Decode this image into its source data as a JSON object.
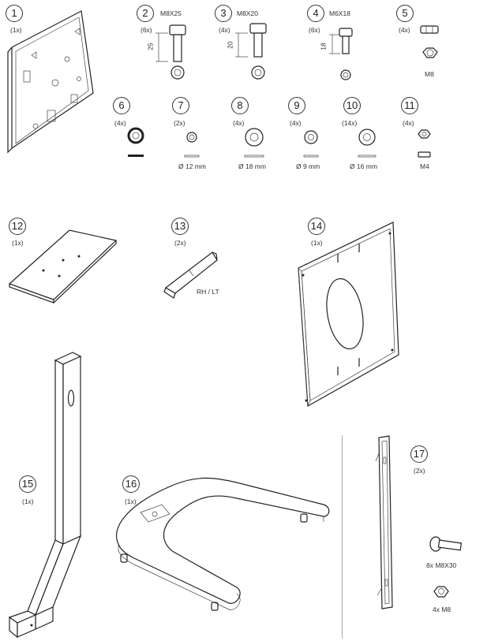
{
  "parts": [
    {
      "id": "p1",
      "number": "1",
      "qty": "(1x)"
    },
    {
      "id": "p2",
      "number": "2",
      "qty": "(6x)",
      "spec": "M8X25",
      "dim": "25"
    },
    {
      "id": "p3",
      "number": "3",
      "qty": "(4x)",
      "spec": "M8X20",
      "dim": "20"
    },
    {
      "id": "p4",
      "number": "4",
      "qty": "(6x)",
      "spec": "M6X18",
      "dim": "18"
    },
    {
      "id": "p5",
      "number": "5",
      "qty": "(4x)",
      "label": "M8"
    },
    {
      "id": "p6",
      "number": "6",
      "qty": "(4x)"
    },
    {
      "id": "p7",
      "number": "7",
      "qty": "(2x)",
      "label": "Ø 12 mm"
    },
    {
      "id": "p8",
      "number": "8",
      "qty": "(4x)",
      "label": "Ø 18 mm"
    },
    {
      "id": "p9",
      "number": "9",
      "qty": "(4x)",
      "label": "Ø 9 mm"
    },
    {
      "id": "p10",
      "number": "10",
      "qty": "(14x)",
      "label": "Ø 16 mm"
    },
    {
      "id": "p11",
      "number": "11",
      "qty": "(4x)",
      "label": "M4"
    },
    {
      "id": "p12",
      "number": "12",
      "qty": "(1x)"
    },
    {
      "id": "p13",
      "number": "13",
      "qty": "(2x)",
      "label": "RH / LT"
    },
    {
      "id": "p14",
      "number": "14",
      "qty": "(1x)"
    },
    {
      "id": "p15",
      "number": "15",
      "qty": "(1x)"
    },
    {
      "id": "p16",
      "number": "16",
      "qty": "(1x)"
    },
    {
      "id": "p17",
      "number": "17",
      "qty": "(2x)",
      "bolt_label": "8x  M8X30",
      "nut_label": "4x  M8"
    }
  ]
}
